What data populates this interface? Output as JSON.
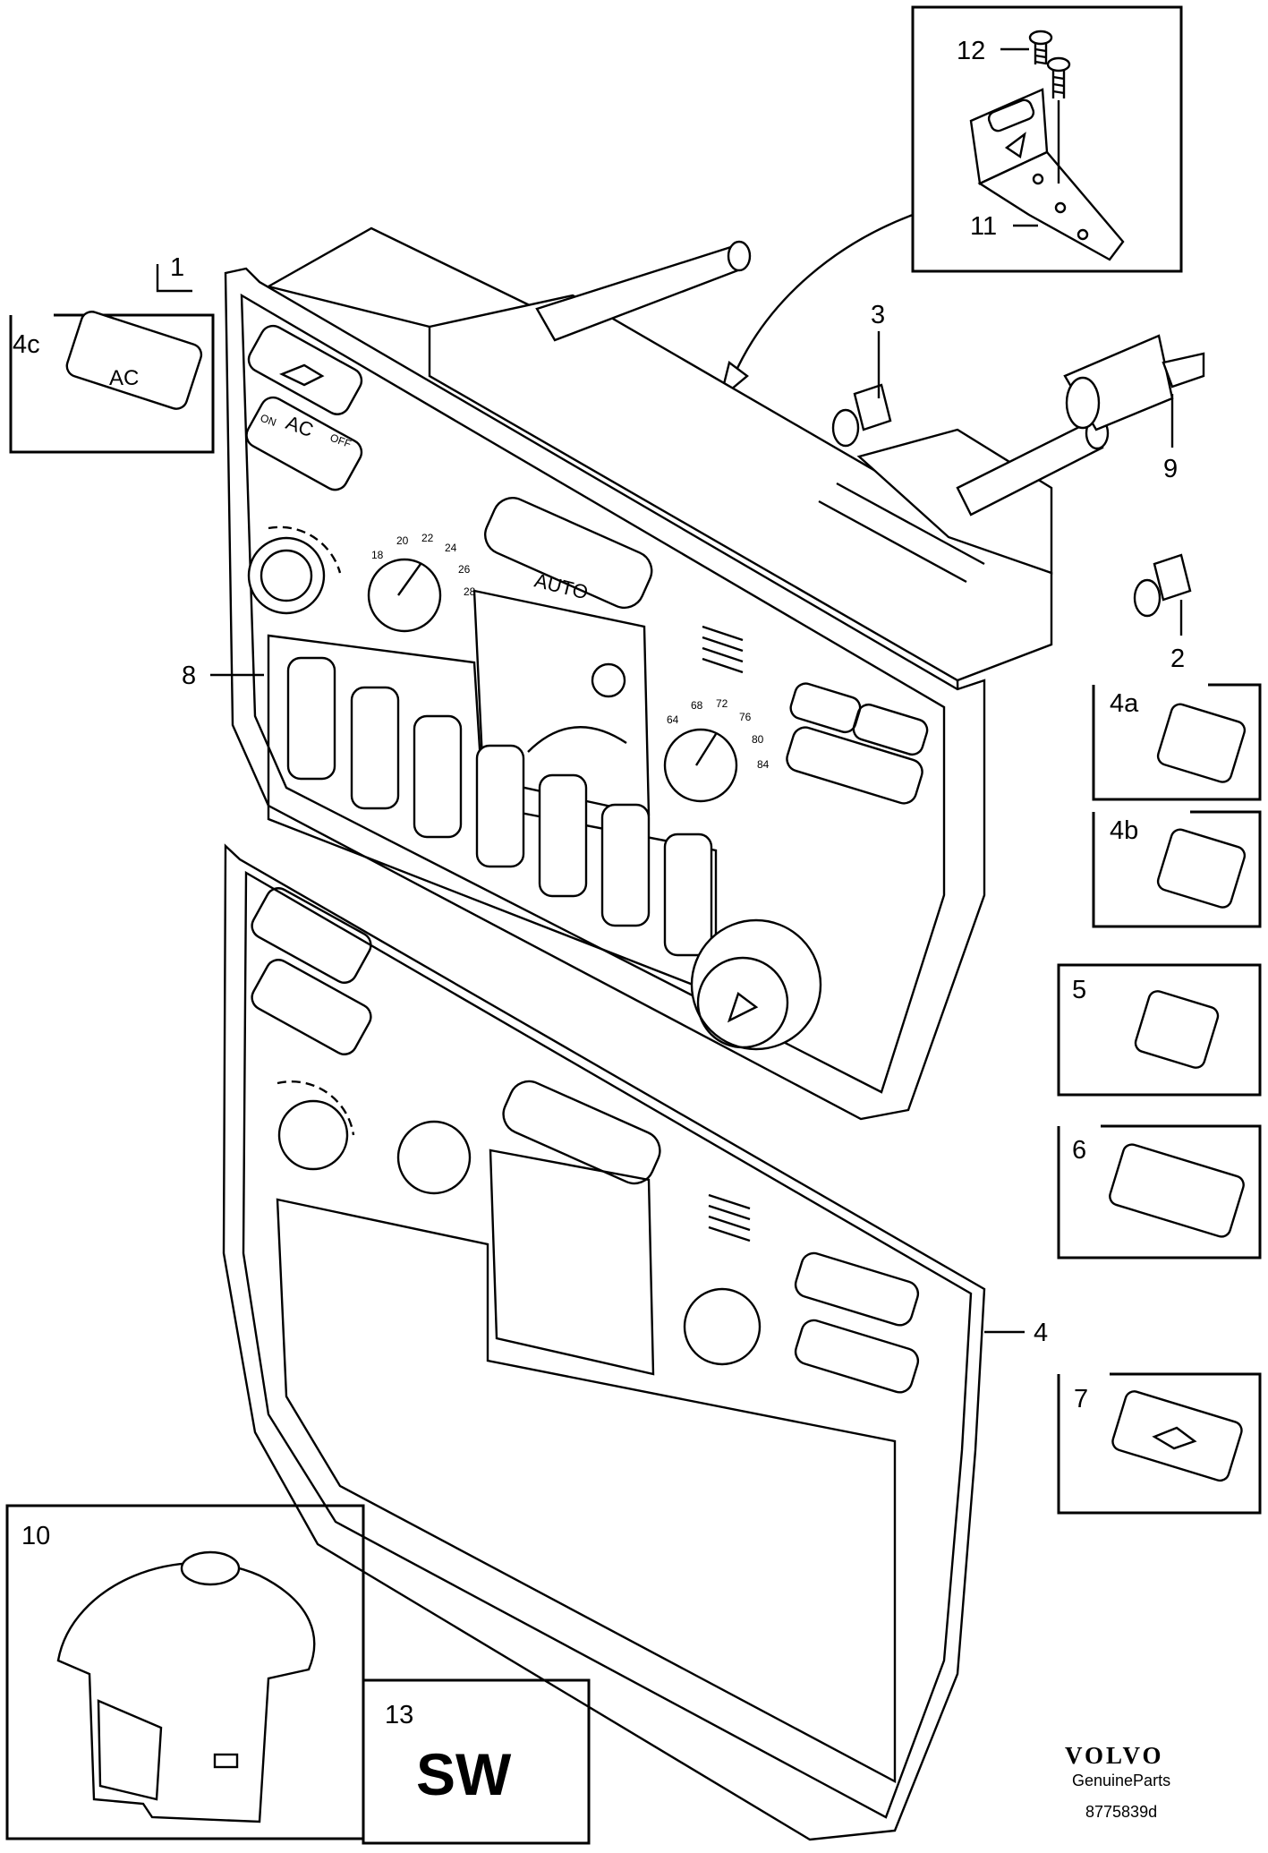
{
  "callouts": {
    "c1": "1",
    "c2": "2",
    "c3": "3",
    "c4": "4",
    "c4a": "4a",
    "c4b": "4b",
    "c4c": "4c",
    "c5": "5",
    "c6": "6",
    "c7": "7",
    "c8": "8",
    "c9": "9",
    "c10": "10",
    "c11": "11",
    "c12": "12",
    "c13": "13"
  },
  "panel_text": {
    "auto": "AUTO",
    "ac": "AC",
    "on": "ON",
    "off": "OFF",
    "temp_left": [
      "18",
      "20",
      "22",
      "24",
      "26",
      "28"
    ],
    "temp_right": [
      "64",
      "68",
      "72",
      "76",
      "80",
      "84"
    ]
  },
  "box13_text": "SW",
  "brand": {
    "logo": "VOLVO",
    "tagline": "GenuineParts",
    "drawing_number": "8775839d"
  }
}
